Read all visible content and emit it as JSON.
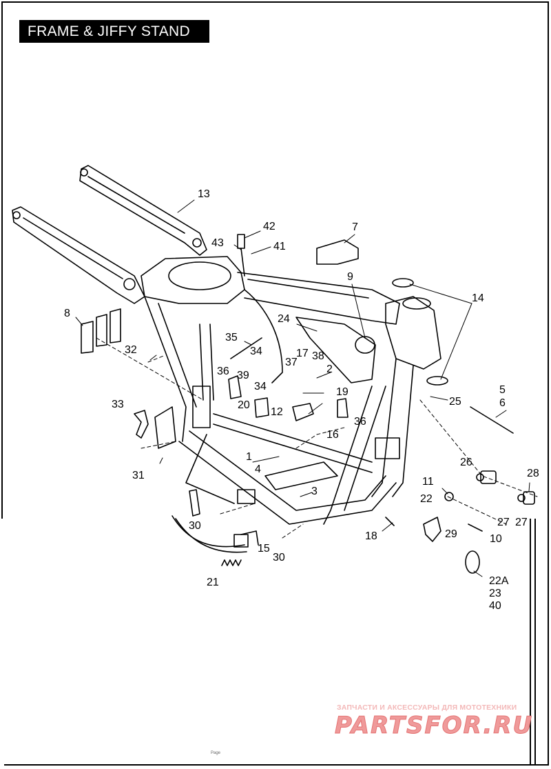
{
  "header": {
    "title": "FRAME & JIFFY STAND"
  },
  "callouts": [
    {
      "id": "c13",
      "label": "13"
    },
    {
      "id": "c7",
      "label": "7"
    },
    {
      "id": "c42",
      "label": "42"
    },
    {
      "id": "c43",
      "label": "43"
    },
    {
      "id": "c41",
      "label": "41"
    },
    {
      "id": "c9",
      "label": "9"
    },
    {
      "id": "c14",
      "label": "14"
    },
    {
      "id": "c8",
      "label": "8"
    },
    {
      "id": "c24",
      "label": "24"
    },
    {
      "id": "c35",
      "label": "35"
    },
    {
      "id": "c32",
      "label": "32"
    },
    {
      "id": "c34a",
      "label": "34"
    },
    {
      "id": "c17",
      "label": "17"
    },
    {
      "id": "c38",
      "label": "38"
    },
    {
      "id": "c36a",
      "label": "36"
    },
    {
      "id": "c37",
      "label": "37"
    },
    {
      "id": "c2",
      "label": "2"
    },
    {
      "id": "c39",
      "label": "39"
    },
    {
      "id": "c34b",
      "label": "34"
    },
    {
      "id": "c19",
      "label": "19"
    },
    {
      "id": "c5",
      "label": "5"
    },
    {
      "id": "c6",
      "label": "6"
    },
    {
      "id": "c25",
      "label": "25"
    },
    {
      "id": "c33",
      "label": "33"
    },
    {
      "id": "c20",
      "label": "20"
    },
    {
      "id": "c12",
      "label": "12"
    },
    {
      "id": "c36b",
      "label": "36"
    },
    {
      "id": "c16",
      "label": "16"
    },
    {
      "id": "c1",
      "label": "1"
    },
    {
      "id": "c26",
      "label": "26"
    },
    {
      "id": "c4",
      "label": "4"
    },
    {
      "id": "c28",
      "label": "28"
    },
    {
      "id": "c31",
      "label": "31"
    },
    {
      "id": "c11",
      "label": "11"
    },
    {
      "id": "c3",
      "label": "3"
    },
    {
      "id": "c22",
      "label": "22"
    },
    {
      "id": "c27a",
      "label": "27"
    },
    {
      "id": "c27b",
      "label": "27"
    },
    {
      "id": "c30a",
      "label": "30"
    },
    {
      "id": "c18",
      "label": "18"
    },
    {
      "id": "c29",
      "label": "29"
    },
    {
      "id": "c10",
      "label": "10"
    },
    {
      "id": "c15",
      "label": "15"
    },
    {
      "id": "c30b",
      "label": "30"
    },
    {
      "id": "c21",
      "label": "21"
    },
    {
      "id": "c22a",
      "label": "22A"
    },
    {
      "id": "c23",
      "label": "23"
    },
    {
      "id": "c40",
      "label": "40"
    }
  ],
  "watermark": {
    "text": "ЗАПЧАСТИ И АКСЕССУАРЫ ДЛЯ МОТОТЕХНИКИ",
    "logo": "PARTSFOR.RU"
  },
  "footer": {
    "mark": "Page"
  },
  "colors": {
    "ink": "#000000",
    "watermark": "#ef9a9a",
    "background": "#ffffff"
  }
}
